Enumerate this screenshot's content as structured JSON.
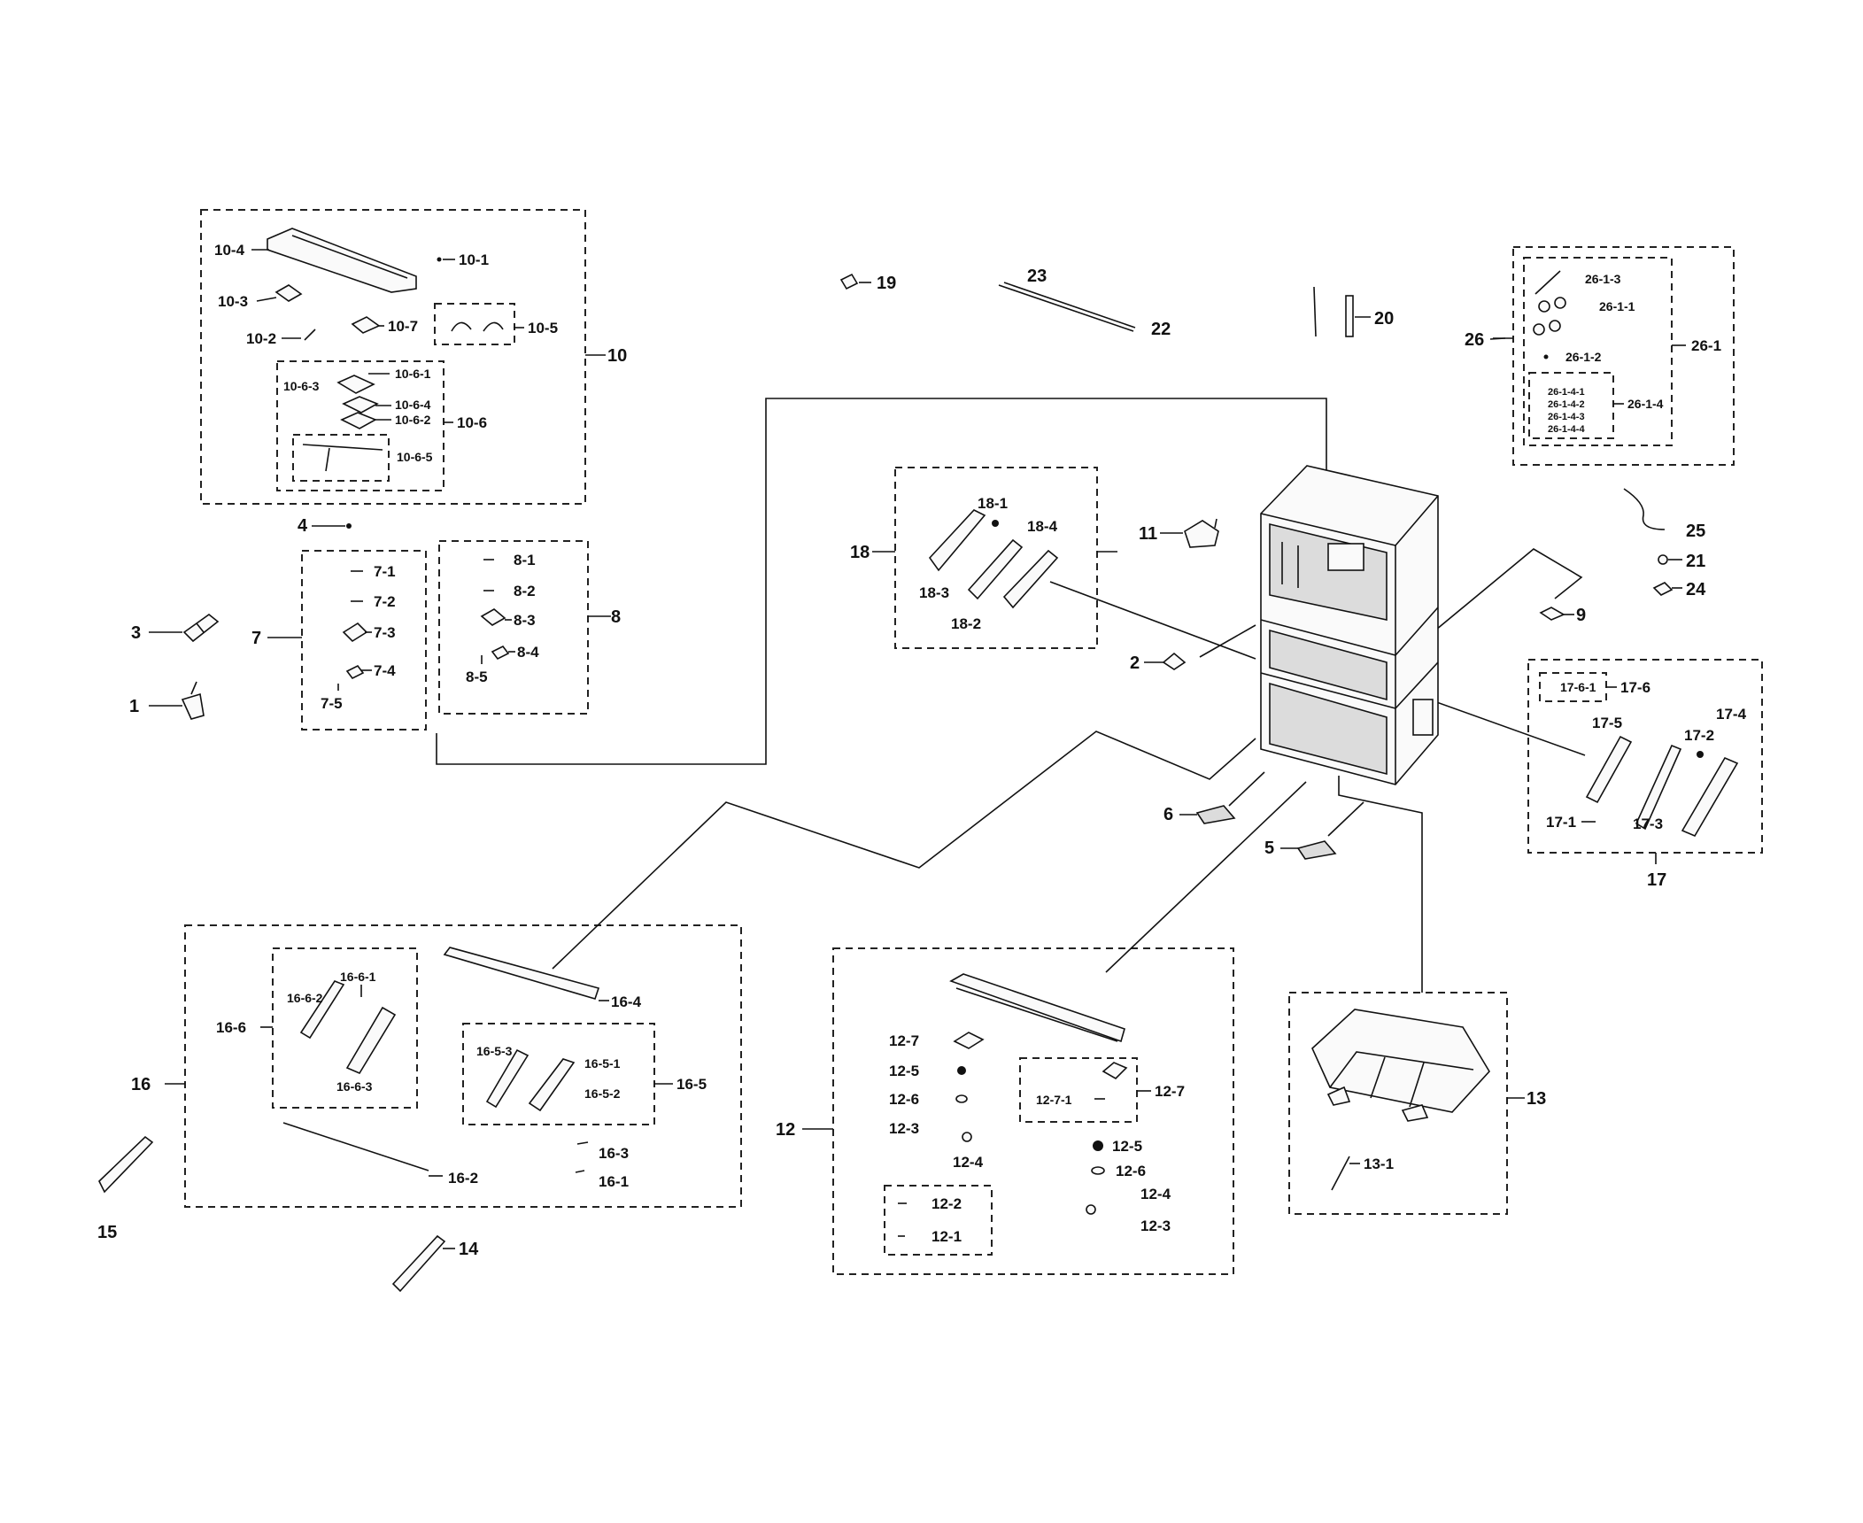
{
  "callouts": {
    "p1": "1",
    "p2": "2",
    "p3": "3",
    "p4": "4",
    "p5": "5",
    "p6": "6",
    "p7": "7",
    "p7_1": "7-1",
    "p7_2": "7-2",
    "p7_3": "7-3",
    "p7_4": "7-4",
    "p7_5": "7-5",
    "p8": "8",
    "p8_1": "8-1",
    "p8_2": "8-2",
    "p8_3": "8-3",
    "p8_4": "8-4",
    "p8_5": "8-5",
    "p9": "9",
    "p10": "10",
    "p10_1": "10-1",
    "p10_2": "10-2",
    "p10_3": "10-3",
    "p10_4": "10-4",
    "p10_5": "10-5",
    "p10_6": "10-6",
    "p10_6_1": "10-6-1",
    "p10_6_2": "10-6-2",
    "p10_6_3": "10-6-3",
    "p10_6_4": "10-6-4",
    "p10_6_5": "10-6-5",
    "p10_7": "10-7",
    "p11": "11",
    "p12": "12",
    "p12_1": "12-1",
    "p12_2": "12-2",
    "p12_3a": "12-3",
    "p12_3b": "12-3",
    "p12_4a": "12-4",
    "p12_4b": "12-4",
    "p12_5a": "12-5",
    "p12_5b": "12-5",
    "p12_6a": "12-6",
    "p12_6b": "12-6",
    "p12_7a": "12-7",
    "p12_7b": "12-7",
    "p12_7_1": "12-7-1",
    "p13": "13",
    "p13_1": "13-1",
    "p14": "14",
    "p15": "15",
    "p16": "16",
    "p16_1": "16-1",
    "p16_2": "16-2",
    "p16_3": "16-3",
    "p16_4": "16-4",
    "p16_5": "16-5",
    "p16_5_1": "16-5-1",
    "p16_5_2": "16-5-2",
    "p16_5_3": "16-5-3",
    "p16_6": "16-6",
    "p16_6_1": "16-6-1",
    "p16_6_2": "16-6-2",
    "p16_6_3": "16-6-3",
    "p17": "17",
    "p17_1": "17-1",
    "p17_2": "17-2",
    "p17_3": "17-3",
    "p17_4": "17-4",
    "p17_5": "17-5",
    "p17_6": "17-6",
    "p17_6_1": "17-6-1",
    "p18": "18",
    "p18_1": "18-1",
    "p18_2": "18-2",
    "p18_3": "18-3",
    "p18_4": "18-4",
    "p19": "19",
    "p20": "20",
    "p21": "21",
    "p22": "22",
    "p23": "23",
    "p24": "24",
    "p25": "25",
    "p26": "26",
    "p26_1": "26-1",
    "p26_1_1": "26-1-1",
    "p26_1_2": "26-1-2",
    "p26_1_3": "26-1-3",
    "p26_1_4": "26-1-4",
    "p26_1_4_1": "26-1-4-1",
    "p26_1_4_2": "26-1-4-2",
    "p26_1_4_3": "26-1-4-3",
    "p26_1_4_4": "26-1-4-4"
  }
}
